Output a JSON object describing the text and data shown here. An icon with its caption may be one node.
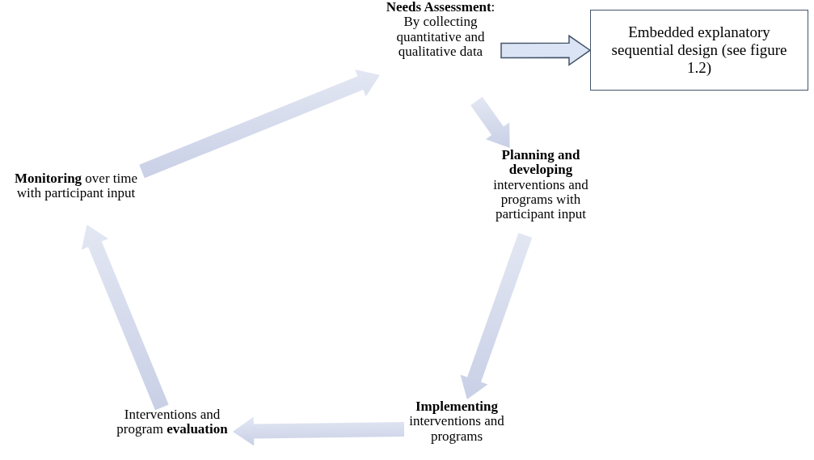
{
  "diagram": {
    "nodes": [
      {
        "text": [
          "**Needs Assessment**: By collecting quantitative and qualitative data"
        ]
      },
      {
        "text": [
          "Embedded explanatory sequential design (see figure 1.2)"
        ]
      },
      {
        "text": [
          "**Planning and developing** interventions and programs with participant input"
        ]
      },
      {
        "text": [
          "**Implementing** interventions and programs"
        ]
      },
      {
        "text": [
          "Interventions and program **evaluation**"
        ]
      },
      {
        "text": [
          "**Monitoring** over time with participant input"
        ]
      }
    ],
    "edges": [
      {
        "from": 0,
        "to": 1,
        "arrow": "to",
        "color": "#44546a"
      },
      {
        "from": 0,
        "to": 2,
        "arrow": "to"
      },
      {
        "from": 2,
        "to": 3,
        "arrow": "to"
      },
      {
        "from": 3,
        "to": 4,
        "arrow": "to"
      },
      {
        "from": 4,
        "to": 5,
        "arrow": "to"
      },
      {
        "from": 5,
        "to": 0,
        "arrow": "to"
      }
    ]
  }
}
